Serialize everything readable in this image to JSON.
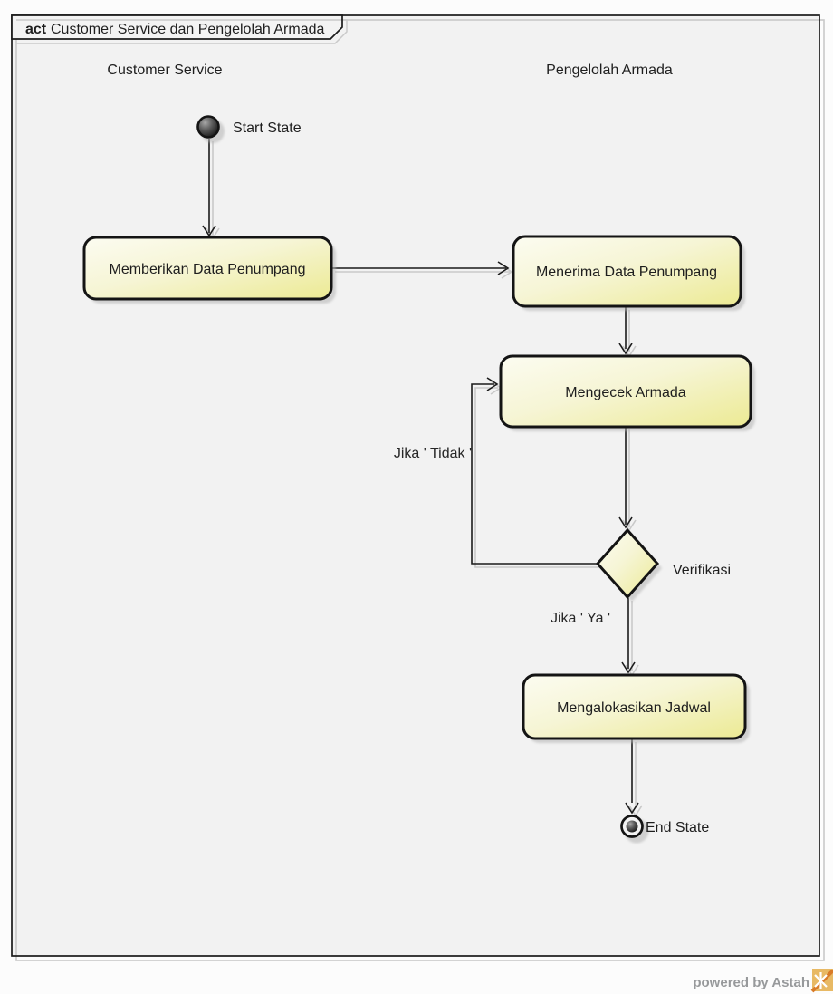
{
  "frame": {
    "keyword": "act",
    "title": "Customer Service dan Pengelolah Armada"
  },
  "partitions": [
    {
      "label": "Customer Service"
    },
    {
      "label": "Pengelolah Armada"
    }
  ],
  "nodes": {
    "start": {
      "label": "Start State",
      "shape": "initial-node"
    },
    "memberikan": {
      "label": "Memberikan Data Penumpang",
      "shape": "action"
    },
    "menerima": {
      "label": "Menerima Data Penumpang",
      "shape": "action"
    },
    "mengecek": {
      "label": "Mengecek Armada",
      "shape": "action"
    },
    "verifikasi": {
      "label": "Verifikasi",
      "shape": "decision"
    },
    "mengalokasikan": {
      "label": "Mengalokasikan Jadwal",
      "shape": "action"
    },
    "end": {
      "label": "End State",
      "shape": "final-node"
    }
  },
  "edge_labels": {
    "tidak": "Jika ' Tidak '",
    "ya": "Jika ' Ya '"
  },
  "watermark": {
    "label": "powered by Astah"
  },
  "colors": {
    "action_fill_light": "#fbfbee",
    "action_fill_dark": "#ecea93",
    "node_border": "#141414",
    "frame_background": "#f2f2f2",
    "shadow_line": "#c9c9c9",
    "watermark_text": "#97999b",
    "logo_orange": "#e8b964"
  }
}
